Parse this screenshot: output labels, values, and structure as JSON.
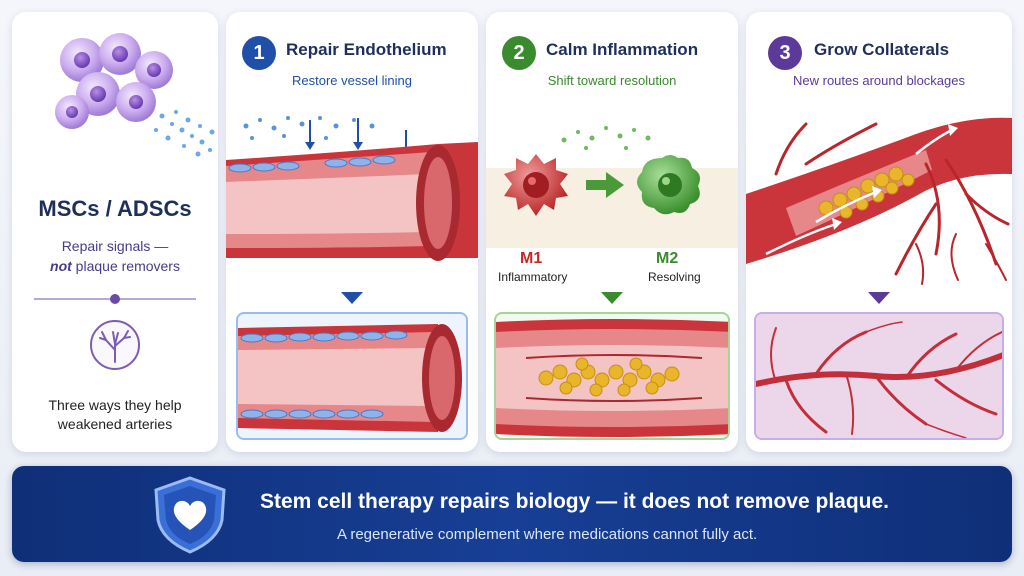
{
  "intro": {
    "title": "MSCs / ADSCs",
    "subtitle_line1": "Repair signals —",
    "subtitle_emph": "not",
    "subtitle_line2_rest": " plaque removers",
    "footer": "Three ways they help weakened arteries",
    "cell_icon": "stem-cell-cluster-icon",
    "tree_icon": "tree-branch-icon"
  },
  "steps": [
    {
      "number": "1",
      "title": "Repair Endothelium",
      "subtitle": "Restore vessel lining",
      "color": "#1f4fa8"
    },
    {
      "number": "2",
      "title": "Calm Inflammation",
      "subtitle": "Shift toward resolution",
      "color": "#3a8a2e",
      "m1_label": "M1",
      "m1_sub": "Inflammatory",
      "m2_label": "M2",
      "m2_sub": "Resolving"
    },
    {
      "number": "3",
      "title": "Grow Collaterals",
      "subtitle": "New routes around blockages",
      "color": "#5b3a9a"
    }
  ],
  "banner": {
    "title": "Stem cell therapy repairs biology — it does not remove plaque.",
    "subtitle": "A regenerative complement where medications cannot fully act.",
    "icon": "shield-heart-icon"
  },
  "colors": {
    "navy": "#1f2f5c",
    "blue": "#1f4fa8",
    "green": "#3a8a2e",
    "purple": "#5b3a9a",
    "artery_red": "#c9353b"
  }
}
